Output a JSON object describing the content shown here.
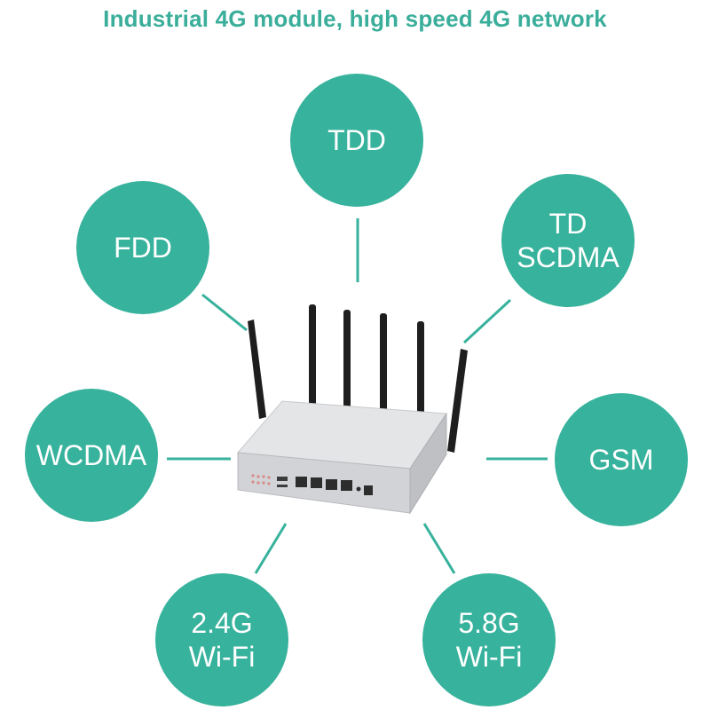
{
  "title": "Industrial 4G module, high speed 4G network",
  "bubbles": {
    "tdd": "TDD",
    "fdd": "FDD",
    "td_scdma": "TD\nSCDMA",
    "wcdma": "WCDMA",
    "gsm": "GSM",
    "wifi_24": "2.4G\nWi-Fi",
    "wifi_58": "5.8G\nWi-Fi"
  },
  "colors": {
    "accent": "#37b29c",
    "title": "#3aae9a",
    "bubble_text": "#ffffff"
  },
  "icons": [
    "router-image",
    "antenna-icon",
    "ethernet-port-icon"
  ]
}
